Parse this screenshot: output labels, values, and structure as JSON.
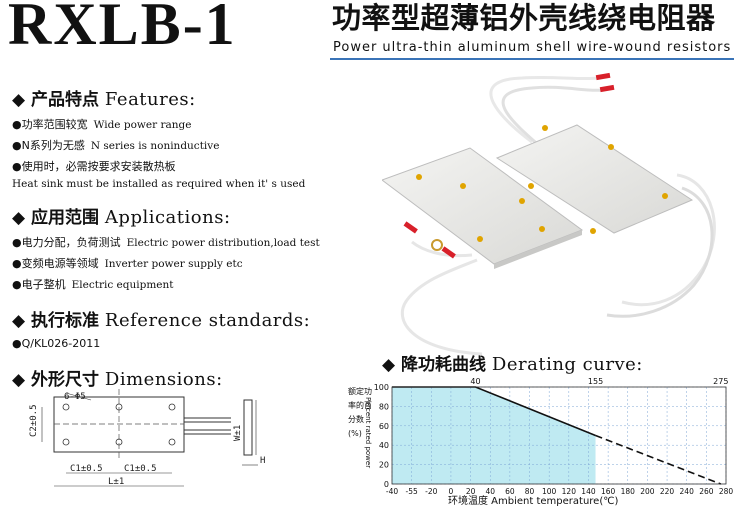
{
  "header": {
    "model": "RXLB-1",
    "title_cn": "功率型超薄铝外壳线绕电阻器",
    "title_en": "Power ultra-thin aluminum shell wire-wound resistors"
  },
  "features": {
    "heading_cn": "◆ 产品特点",
    "heading_en": "Features:",
    "items": [
      {
        "cn": "●功率范围较宽",
        "en": "Wide power range"
      },
      {
        "cn": "●N系列为无感",
        "en": "N series is noninductive"
      },
      {
        "cn": "●使用时，必需按要求安装散热板",
        "en": ""
      }
    ],
    "note": "Heat sink must be installed as required when it' s used"
  },
  "applications": {
    "heading_cn": "◆ 应用范围",
    "heading_en": "Applications:",
    "items": [
      {
        "cn": "●电力分配，负荷测试",
        "en": "Electric power distribution,load test"
      },
      {
        "cn": "●变频电源等领域",
        "en": "Inverter power supply etc"
      },
      {
        "cn": "●电子整机",
        "en": "Electric equipment"
      }
    ]
  },
  "reference": {
    "heading_cn": "◆ 执行标准",
    "heading_en": "Reference standards:",
    "items": [
      {
        "cn": "●Q/KL026-2011",
        "en": ""
      }
    ]
  },
  "dimensions": {
    "heading_cn": "◆ 外形尺寸",
    "heading_en": "Dimensions:",
    "labels": {
      "holes": "6-Φ5",
      "c2": "C2±0.5",
      "c1_left": "C1±0.5",
      "c1_right": "C1±0.5",
      "length": "L±1",
      "width": "W±1",
      "height": "H"
    }
  },
  "derating": {
    "heading_cn": "◆ 降功耗曲线",
    "heading_en": "Derating curve:"
  },
  "chart_data": {
    "type": "line",
    "title": "降功耗曲线 Derating curve:",
    "xlabel": "环境温度 Ambient temperature(℃)",
    "ylabel_cn": "额定功率的百分数(%)",
    "ylabel_en": "Percent rated power",
    "xlim": [
      -40,
      280
    ],
    "ylim": [
      0,
      100
    ],
    "x_ticks": [
      -40,
      -55,
      -20,
      0,
      20,
      40,
      60,
      80,
      100,
      120,
      140,
      160,
      180,
      200,
      220,
      240,
      260,
      280
    ],
    "x_tick_labels": [
      "-40",
      "-55",
      "-20",
      "0",
      "20",
      "40",
      "60",
      "80",
      "100",
      "120",
      "140",
      "160",
      "180",
      "200",
      "220",
      "240",
      "260",
      "280"
    ],
    "y_ticks": [
      0,
      20,
      40,
      60,
      80,
      100
    ],
    "top_markers": [
      40,
      155,
      275
    ],
    "series": [
      {
        "style": "solid",
        "x": [
          -40,
          40,
          155
        ],
        "y": [
          100,
          100,
          50
        ]
      },
      {
        "style": "dashed",
        "x": [
          155,
          275
        ],
        "y": [
          50,
          0
        ]
      }
    ],
    "shaded_region": {
      "x": [
        -40,
        155
      ],
      "color": "#bfeaf2"
    },
    "grid": true,
    "accent_color": "#3a74b8"
  }
}
